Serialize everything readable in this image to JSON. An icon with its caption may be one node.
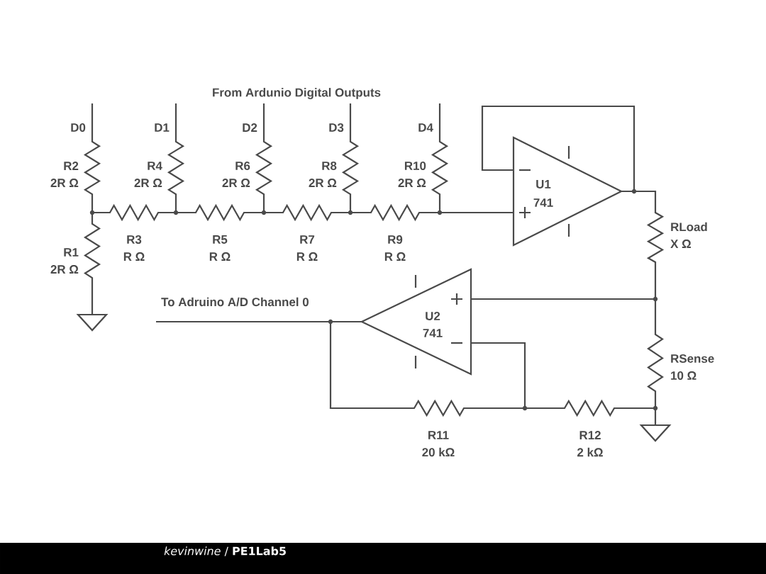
{
  "diagram": {
    "labels": [
      "From Ardunio Digital Outputs",
      "D0",
      "D1",
      "D2",
      "D3",
      "D4",
      "R2",
      "2R Ω",
      "R4",
      "2R Ω",
      "R6",
      "2R Ω",
      "R8",
      "2R Ω",
      "R10",
      "2R Ω",
      "U1",
      "741",
      "R1",
      "2R Ω",
      "R3",
      "R Ω",
      "R5",
      "R Ω",
      "R7",
      "R Ω",
      "R9",
      "R Ω",
      "RLoad",
      "X Ω",
      "To Adruino A/D Channel 0",
      "U2",
      "741",
      "RSense",
      "10 Ω",
      "R11",
      "20 kΩ",
      "R12",
      "2 kΩ",
      "*kevinwine* / **PE1Lab5**"
    ]
  }
}
